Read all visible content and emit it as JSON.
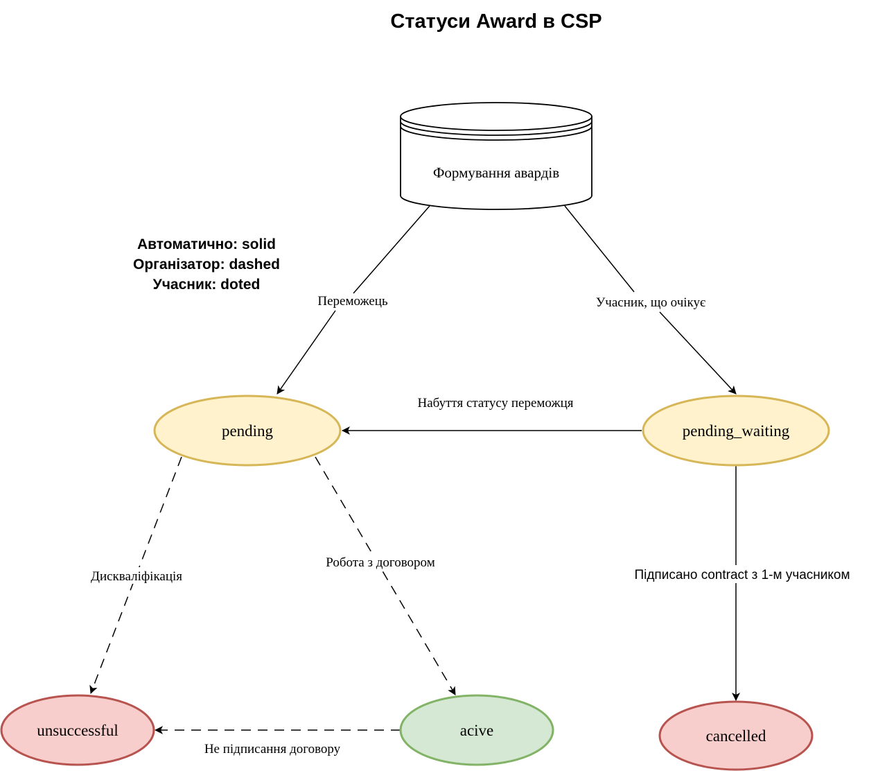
{
  "title": "Статуси Award в CSP",
  "legend": {
    "lines": [
      "Автоматично: solid",
      "Організатор: dashed",
      "Учасник: doted"
    ]
  },
  "nodes": {
    "source": {
      "label": "Формування авардів",
      "shape": "database",
      "fill": "#ffffff",
      "stroke": "#000000"
    },
    "pending": {
      "label": "pending",
      "shape": "ellipse",
      "fill": "#fff2cc",
      "stroke": "#d6b656"
    },
    "pending_waiting": {
      "label": "pending_waiting",
      "shape": "ellipse",
      "fill": "#fff2cc",
      "stroke": "#d6b656"
    },
    "unsuccessful": {
      "label": "unsuccessful",
      "shape": "ellipse",
      "fill": "#f8cecc",
      "stroke": "#b85450"
    },
    "active": {
      "label": "acive",
      "shape": "ellipse",
      "fill": "#d5e8d4",
      "stroke": "#82b366"
    },
    "cancelled": {
      "label": "cancelled",
      "shape": "ellipse",
      "fill": "#f8cecc",
      "stroke": "#b85450"
    }
  },
  "edges": [
    {
      "from": "source",
      "to": "pending",
      "label": "Переможець",
      "style": "solid"
    },
    {
      "from": "source",
      "to": "pending_waiting",
      "label": "Учасник, що очікує",
      "style": "solid"
    },
    {
      "from": "pending_waiting",
      "to": "pending",
      "label": "Набуття статусу переможця",
      "style": "solid"
    },
    {
      "from": "pending",
      "to": "unsuccessful",
      "label": "Дискваліфікація",
      "style": "dashed"
    },
    {
      "from": "pending",
      "to": "active",
      "label": "Робота з договором",
      "style": "dashed"
    },
    {
      "from": "active",
      "to": "unsuccessful",
      "label": "Не підписання договору",
      "style": "dashed"
    },
    {
      "from": "pending_waiting",
      "to": "cancelled",
      "label": "Підписано contract з 1-м учасником",
      "style": "solid"
    }
  ]
}
